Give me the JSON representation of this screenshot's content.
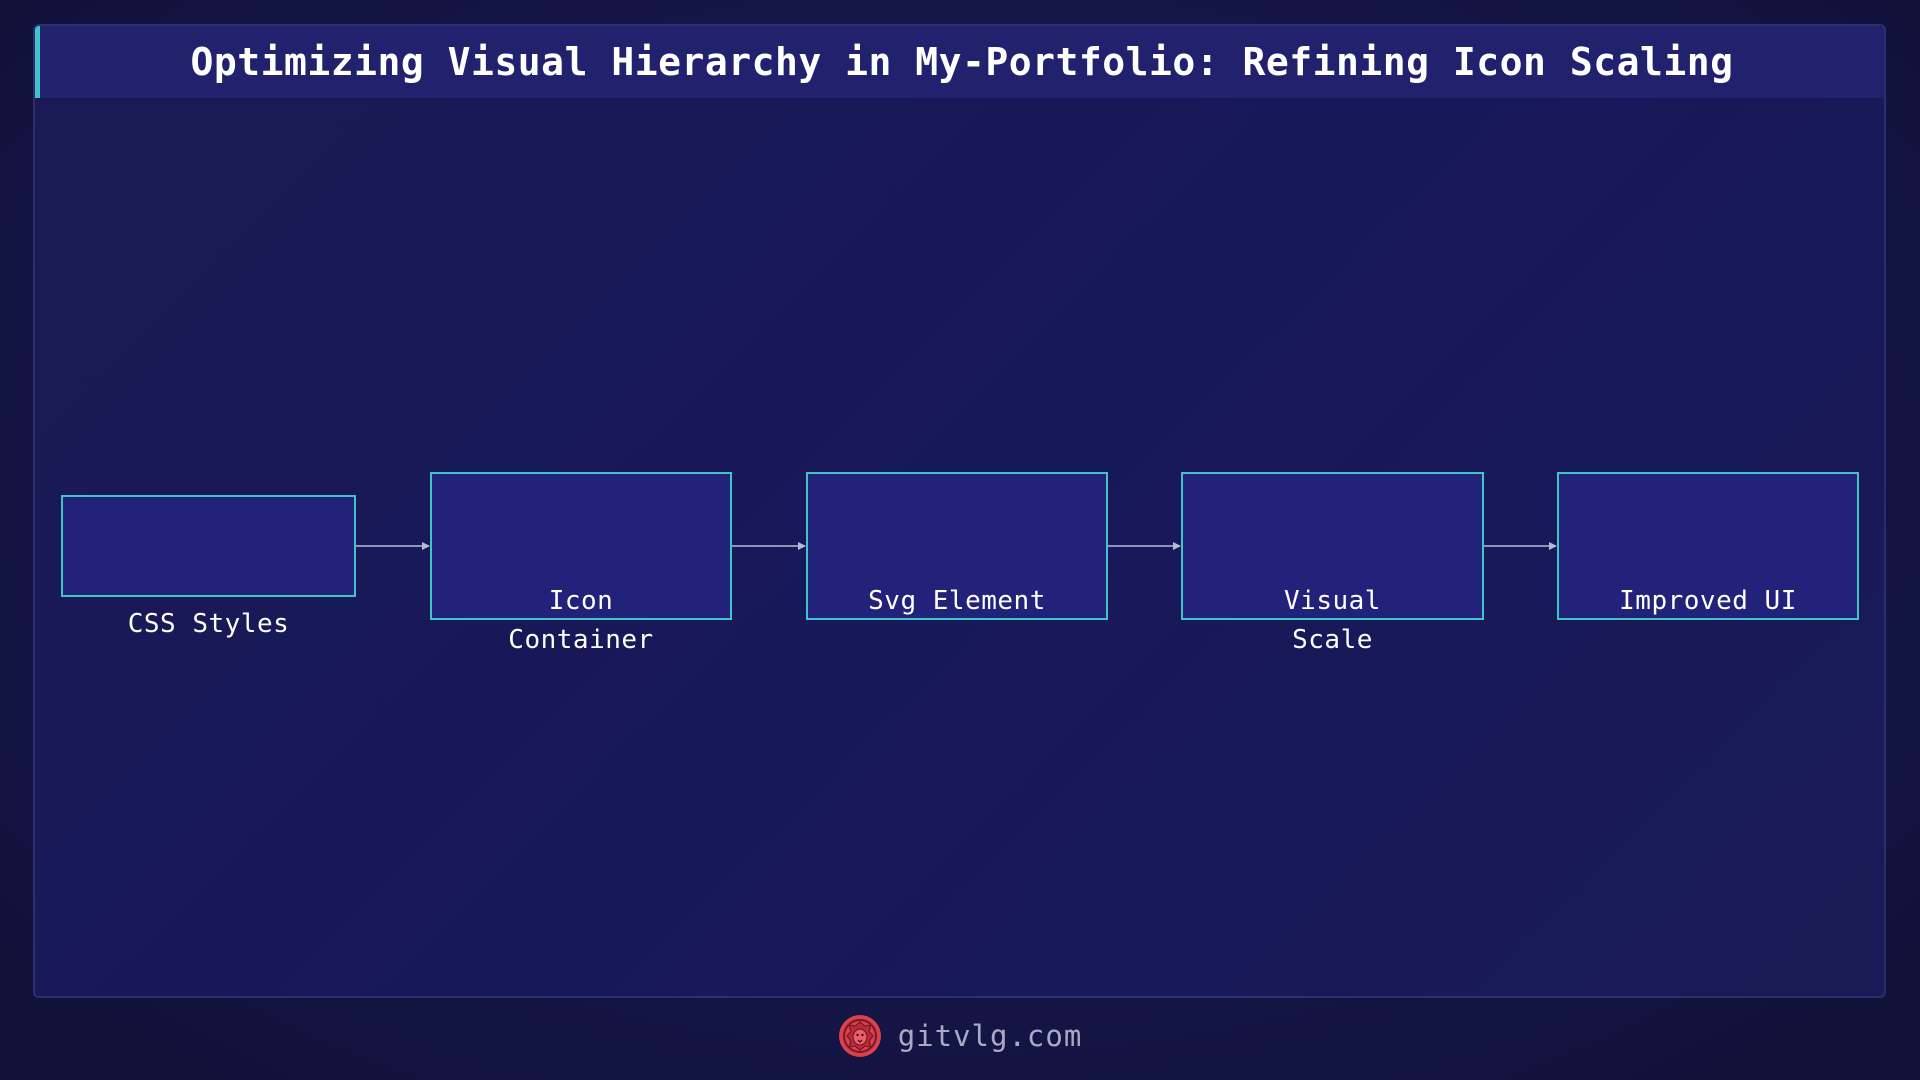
{
  "title": "Optimizing Visual Hierarchy in My-Portfolio: Refining Icon Scaling",
  "colors": {
    "accent": "#3fc5c8",
    "node_fill": "#22227a",
    "title_bar": "#21216e",
    "edge": "#b8bbd6",
    "logo": "#d9414f"
  },
  "nodes": [
    {
      "id": "css-styles",
      "label": "CSS Styles"
    },
    {
      "id": "icon-container",
      "label": "Icon\nContainer"
    },
    {
      "id": "svg-element",
      "label": "Svg Element"
    },
    {
      "id": "visual-scale",
      "label": "Visual\nScale"
    },
    {
      "id": "improved-ui",
      "label": "Improved UI"
    }
  ],
  "edges": [
    {
      "from": "css-styles",
      "to": "icon-container"
    },
    {
      "from": "icon-container",
      "to": "svg-element"
    },
    {
      "from": "svg-element",
      "to": "visual-scale"
    },
    {
      "from": "visual-scale",
      "to": "improved-ui"
    }
  ],
  "footer": {
    "logo_icon": "lion-logo-icon",
    "site": "gitvlg.com"
  }
}
